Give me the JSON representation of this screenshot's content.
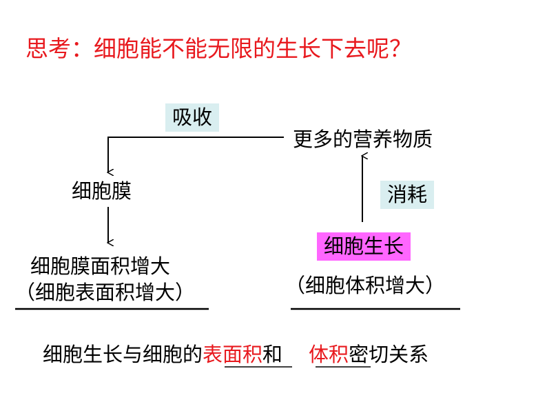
{
  "title": "思考：细胞能不能无限的生长下去呢？",
  "labels": {
    "absorb": "吸收",
    "nutrients": "更多的营养物质",
    "membrane": "细胞膜",
    "consume": "消耗",
    "growth": "细胞生长",
    "membrane_area": "细胞膜面积增大",
    "surface_area": "（细胞表面积增大）",
    "volume": "（细胞体积增大）"
  },
  "sentence": {
    "prefix": "细胞生长与细胞的",
    "answer1": "表面积",
    "middle": "和",
    "answer2": "体积",
    "suffix": "密切关系"
  },
  "colors": {
    "title": "#e8191e",
    "teal_box": "#d9eef0",
    "pink_box": "#ff66ff",
    "answer": "#e8191e"
  }
}
